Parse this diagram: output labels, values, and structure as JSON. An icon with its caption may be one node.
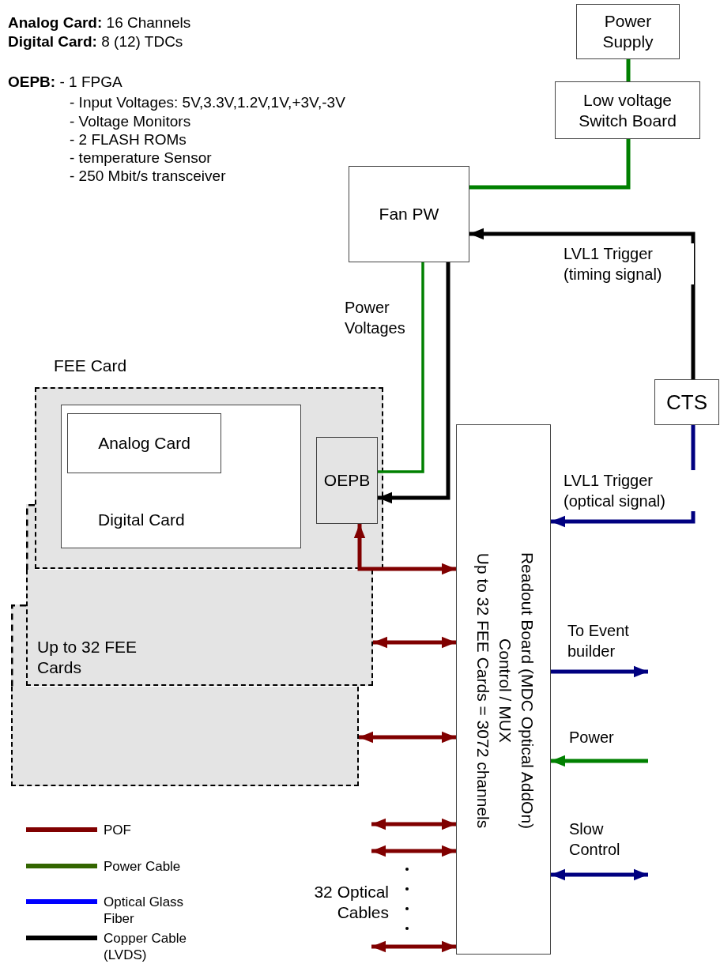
{
  "diagram": {
    "nodes": [
      {
        "text": [
          "Power Supply"
        ]
      },
      {
        "text": [
          "Low voltage Switch Board"
        ]
      },
      {
        "text": [
          "Fan PW"
        ]
      },
      {
        "text": [
          "FEE Card"
        ]
      },
      {
        "text": [
          "Digital Card"
        ],
        "in": 3
      },
      {
        "text": [
          "Analog Card"
        ],
        "in": 4
      },
      {
        "text": [
          "OEPB"
        ],
        "in": 3
      },
      {
        "text": [
          "Up to 32 FEE Cards"
        ]
      },
      {
        "text": [],
        "shape": "box"
      },
      {
        "text": [
          "CTS"
        ]
      },
      {
        "text": [
          "Readout Board (MDC Optical AddOn)",
          "Control / MUX",
          "Up to 32 FEE Cards = 3072 channels"
        ]
      }
    ],
    "edges": [
      {
        "from": 0,
        "to": 1,
        "arrow": "none",
        "color": "#008000"
      },
      {
        "from": 1,
        "to": 2,
        "arrow": "none",
        "color": "#008000"
      },
      {
        "from": 9,
        "to": 2,
        "arrow": "to",
        "label": "LVL1 Trigger (timing signal)",
        "color": "#000000"
      },
      {
        "from": 9,
        "to": 10,
        "arrow": "to",
        "label": "LVL1 Trigger (optical signal)",
        "color": "#000080"
      },
      {
        "from": 2,
        "to": 6,
        "arrow": "none",
        "label": "Power Voltages",
        "color": "#008000"
      },
      {
        "from": 2,
        "to": 6,
        "arrow": "to",
        "color": "#000000"
      },
      {
        "from": 10,
        "to": 6,
        "arrow": "both"
      },
      {
        "from": 10,
        "to": 7,
        "arrow": "both"
      },
      {
        "from": 10,
        "to": 8,
        "arrow": "both"
      },
      {
        "from": null,
        "to": 10,
        "arrow": "both"
      },
      {
        "from": null,
        "to": 10,
        "arrow": "both"
      },
      {
        "from": null,
        "to": 10,
        "arrow": "both"
      },
      {
        "from": 10,
        "to": null,
        "arrow": "to",
        "label": "To Event builder",
        "color": "#000080"
      },
      {
        "from": null,
        "to": 10,
        "arrow": "to",
        "label": "Power",
        "color": "#008000"
      },
      {
        "from": 10,
        "to": null,
        "arrow": "both",
        "label": "Slow Control",
        "color": "#000080"
      }
    ],
    "labels": [
      "**Analog Card:** 16 Channels",
      "**Digital Card:** 8 (12) TDCs",
      "**OEPB:** - 1 FPGA",
      "- Input Voltages: 5V,3.3V,1.2V,1V,+3V,-3V",
      "- Voltage Monitors",
      "- 2 FLASH ROMs",
      "- temperature Sensor",
      "- 250 Mbit/s transceiver",
      "32 Optical Cables"
    ],
    "legend": [
      {
        "text": "POF",
        "color": "#800000"
      },
      {
        "text": "Power Cable",
        "color": "#336600"
      },
      {
        "text": "Optical Glass Fiber",
        "color": "#0000ff"
      },
      {
        "text": "Copper Cable (LVDS)",
        "color": "#000000"
      }
    ]
  }
}
